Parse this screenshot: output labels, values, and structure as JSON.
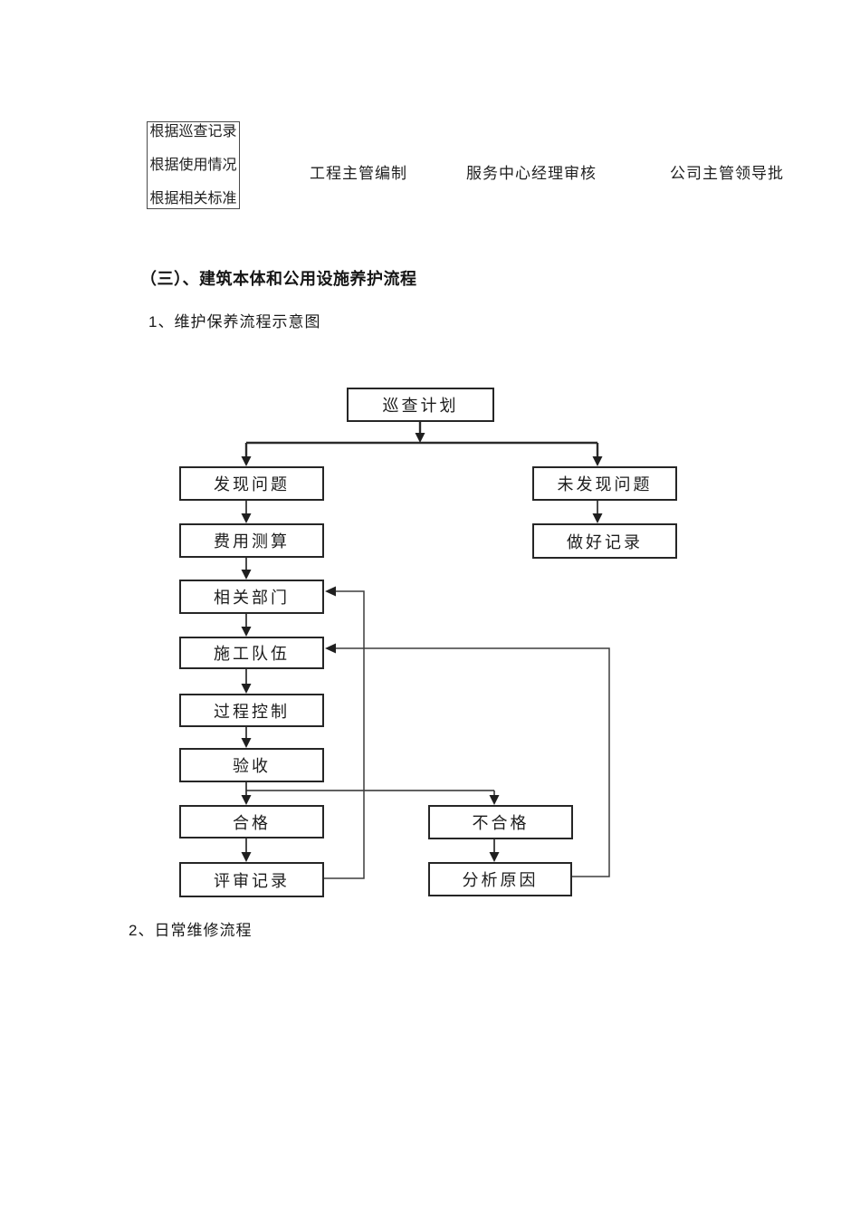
{
  "colors": {
    "background": "#ffffff",
    "text": "#1f1f1f",
    "line": "#2b2b2b"
  },
  "header": {
    "criteria_box": {
      "lines": [
        "根据巡查记录",
        "根据使用情况",
        "根据相关标准"
      ]
    },
    "approvals": [
      {
        "label": "工程主管编制"
      },
      {
        "label": "服务中心经理审核"
      },
      {
        "label": "公司主管领导批"
      }
    ]
  },
  "sections": {
    "heading": "（三）、建筑本体和公用设施养护流程",
    "subheading_1": "1、维护保养流程示意图",
    "subheading_2": "2、日常维修流程"
  },
  "flowchart": {
    "nodes": [
      {
        "id": "plan",
        "label": "巡查计划"
      },
      {
        "id": "found",
        "label": "发现问题"
      },
      {
        "id": "notfound",
        "label": "未发现问题"
      },
      {
        "id": "cost",
        "label": "费用测算"
      },
      {
        "id": "record",
        "label": "做好记录"
      },
      {
        "id": "dept",
        "label": "相关部门"
      },
      {
        "id": "team",
        "label": "施工队伍"
      },
      {
        "id": "control",
        "label": "过程控制"
      },
      {
        "id": "accept",
        "label": "验收"
      },
      {
        "id": "pass",
        "label": "合格"
      },
      {
        "id": "fail",
        "label": "不合格"
      },
      {
        "id": "review",
        "label": "评审记录"
      },
      {
        "id": "analyze",
        "label": "分析原因"
      }
    ],
    "edges": [
      {
        "from": "巡查计划",
        "to": "发现问题"
      },
      {
        "from": "巡查计划",
        "to": "未发现问题"
      },
      {
        "from": "发现问题",
        "to": "费用测算"
      },
      {
        "from": "未发现问题",
        "to": "做好记录"
      },
      {
        "from": "费用测算",
        "to": "相关部门"
      },
      {
        "from": "相关部门",
        "to": "施工队伍"
      },
      {
        "from": "施工队伍",
        "to": "过程控制"
      },
      {
        "from": "过程控制",
        "to": "验收"
      },
      {
        "from": "验收",
        "to": "合格"
      },
      {
        "from": "验收",
        "to": "不合格"
      },
      {
        "from": "合格",
        "to": "评审记录"
      },
      {
        "from": "不合格",
        "to": "分析原因"
      },
      {
        "from": "评审记录",
        "to": "相关部门"
      },
      {
        "from": "分析原因",
        "to": "施工队伍"
      }
    ]
  }
}
